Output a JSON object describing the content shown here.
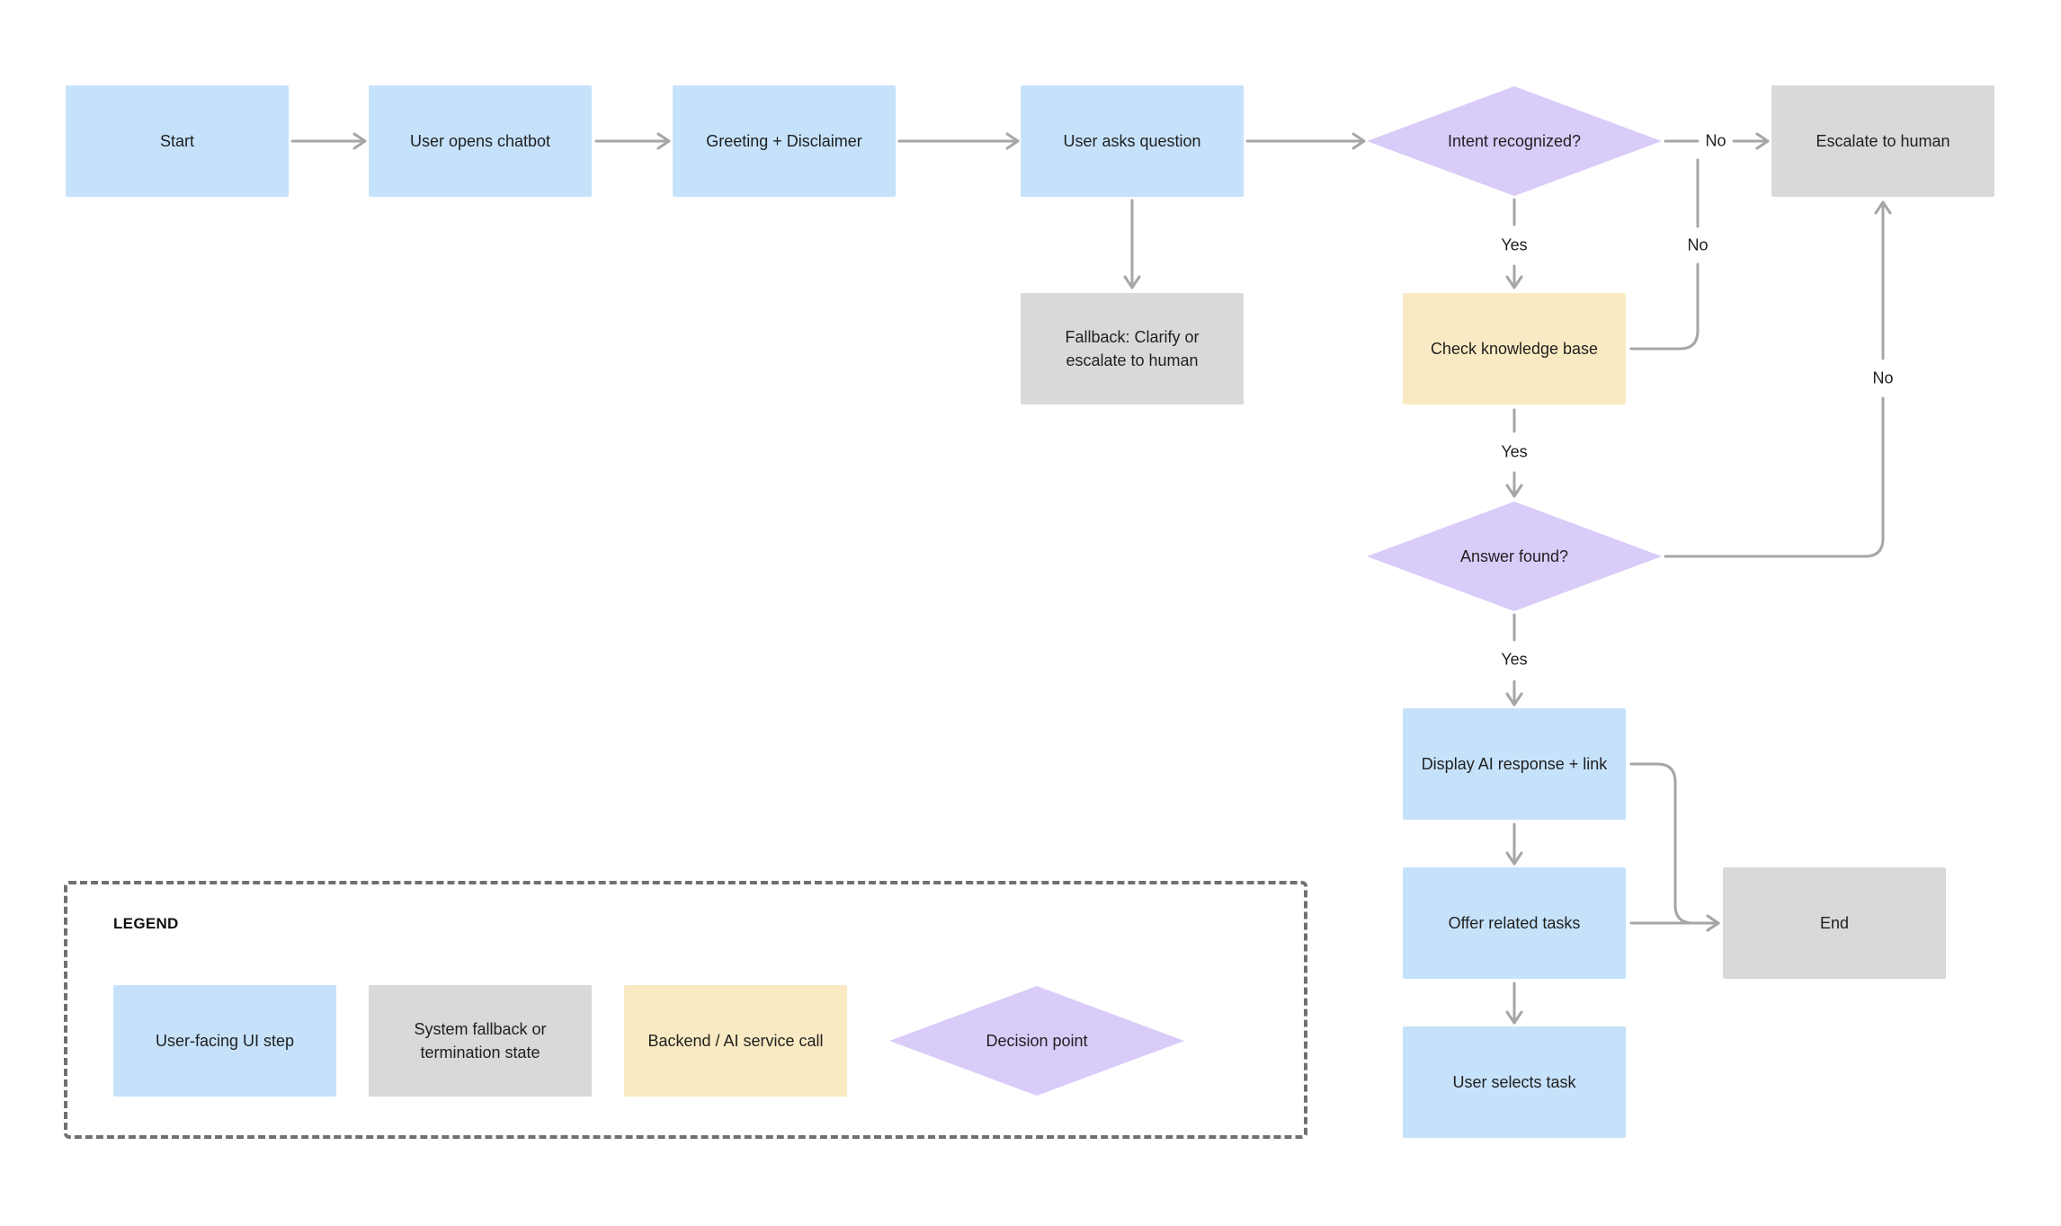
{
  "nodes": {
    "start": "Start",
    "opens_chatbot": "User opens chatbot",
    "greeting": "Greeting + Disclaimer",
    "asks_question": "User asks question",
    "intent_recognized": "Intent recognized?",
    "escalate": "Escalate to human",
    "fallback": "Fallback: Clarify or escalate to human",
    "check_kb": "Check knowledge base",
    "answer_found": "Answer found?",
    "display_response": "Display AI response + link",
    "offer_tasks": "Offer related tasks",
    "end": "End",
    "user_selects": "User selects task"
  },
  "edge_labels": {
    "intent_no": "No",
    "intent_yes": "Yes",
    "kb_no": "No",
    "kb_yes": "Yes",
    "answer_no": "No",
    "answer_yes": "Yes"
  },
  "legend": {
    "title": "LEGEND",
    "ui_step": "User-facing UI step",
    "system_fallback": "System fallback or termination state",
    "backend_call": "Backend / AI service call",
    "decision": "Decision point"
  },
  "colors": {
    "ui_step": "#c6e2fb",
    "system": "#d9d9d9",
    "backend": "#faeac3",
    "decision": "#d9ccf9",
    "arrow": "#a6a6a6",
    "legend_border": "#707070"
  }
}
